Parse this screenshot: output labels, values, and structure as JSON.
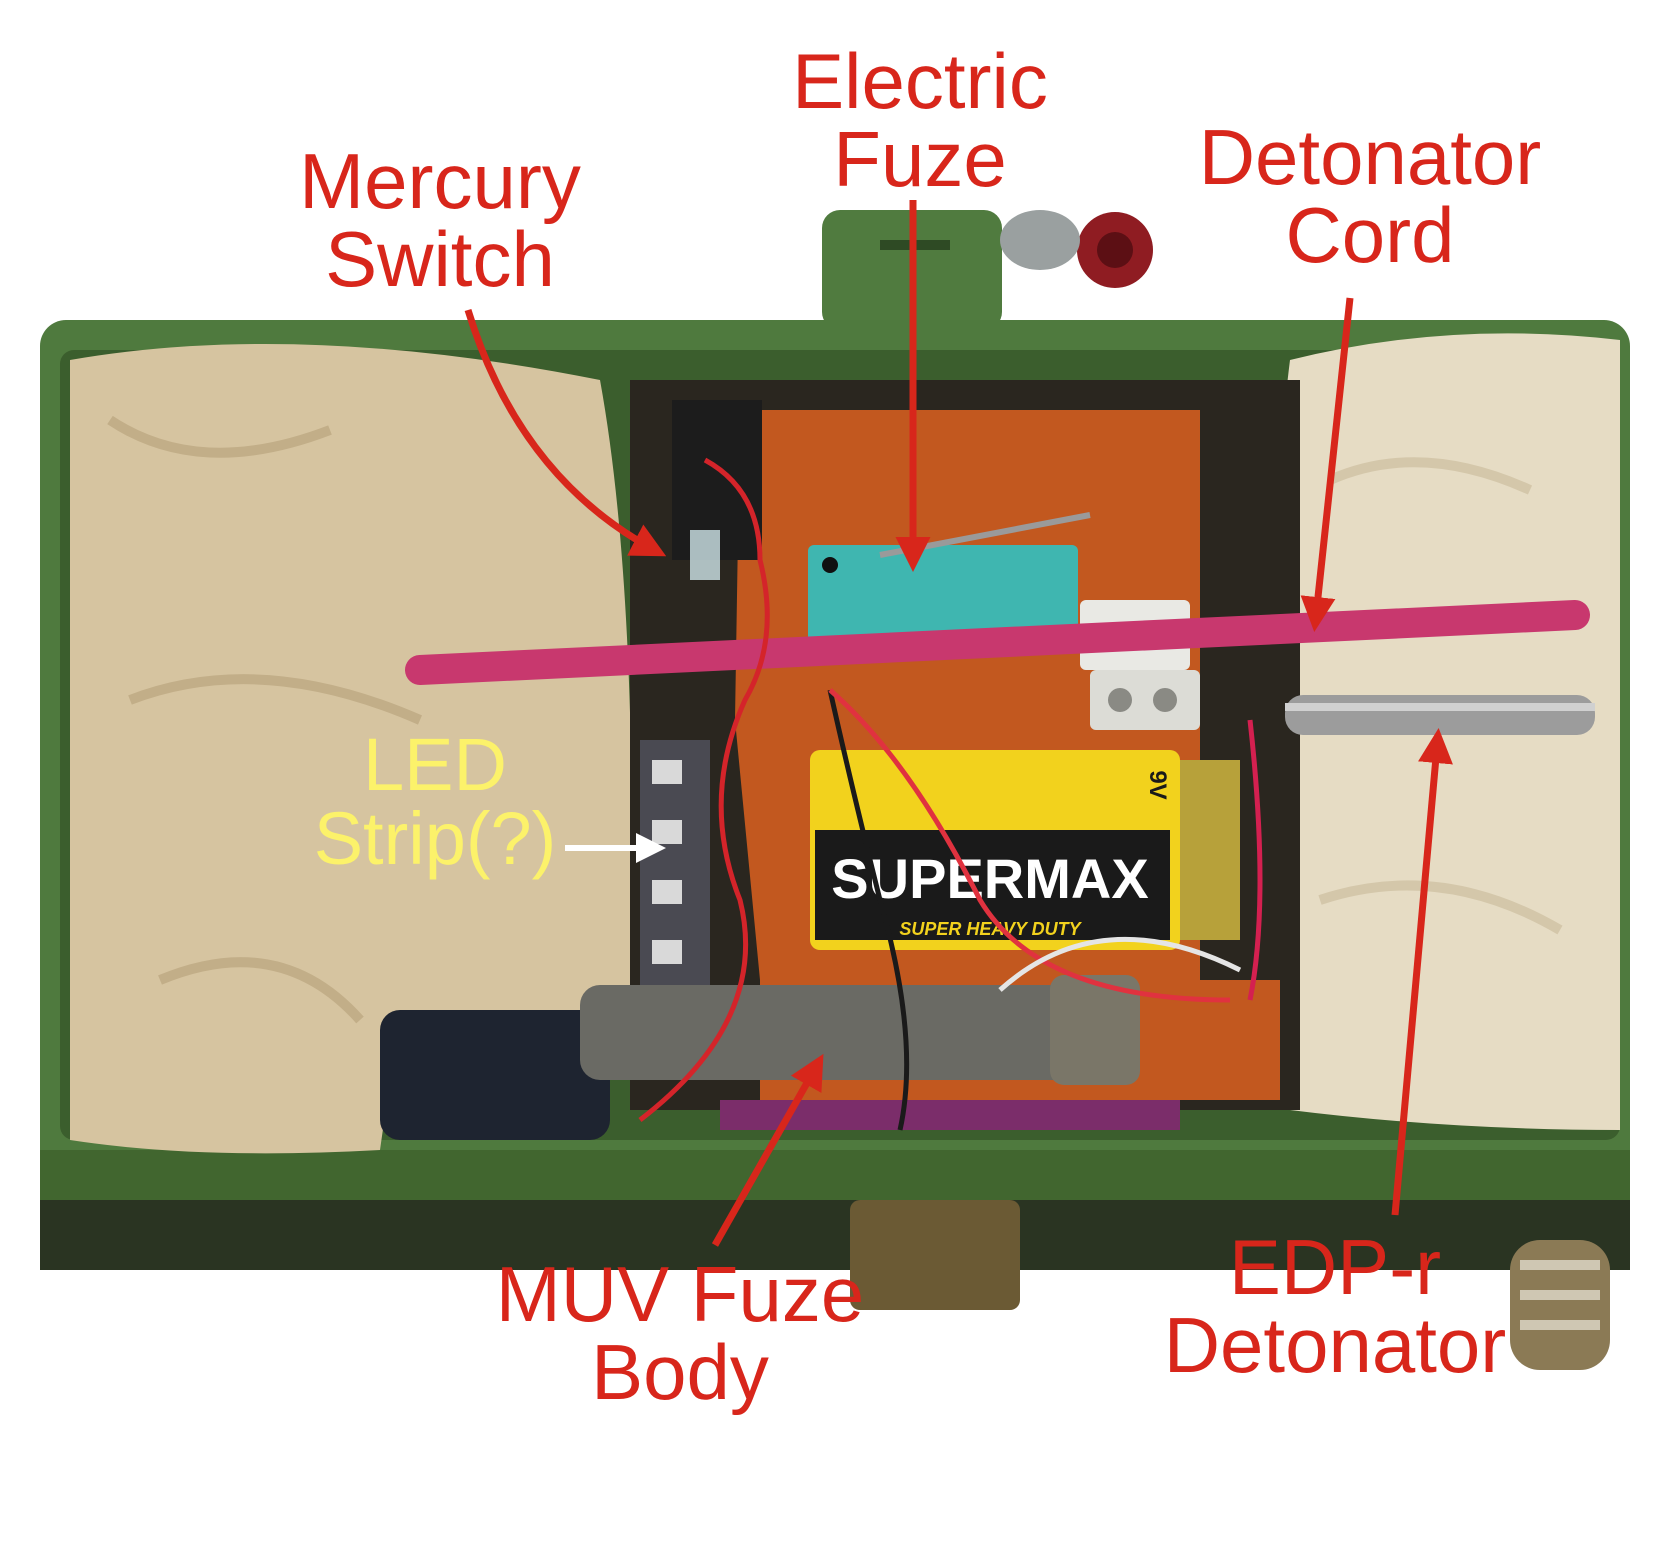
{
  "labels": {
    "electric_fuze": [
      "Electric",
      "Fuze"
    ],
    "mercury_switch": [
      "Mercury",
      "Switch"
    ],
    "detonator_cord": [
      "Detonator",
      "Cord"
    ],
    "led_strip": [
      "LED",
      "Strip(?)"
    ],
    "muv_fuze_body": [
      "MUV Fuze",
      "Body"
    ],
    "edp_detonator": [
      "EDP-r",
      "Detonator"
    ]
  },
  "battery": {
    "brand": "SUPERMAX",
    "tagline": "SUPER HEAVY DUTY",
    "voltage": "9V"
  },
  "colors": {
    "label_red": "#d8261b",
    "label_yellow": "#fcf26a",
    "housing_green": "#4f7a3e",
    "explosive_beige": "#d9c7a4",
    "det_cord_pink": "#c8386e",
    "pcb_orange": "#c2581f",
    "battery_yellow": "#f2d21d"
  }
}
